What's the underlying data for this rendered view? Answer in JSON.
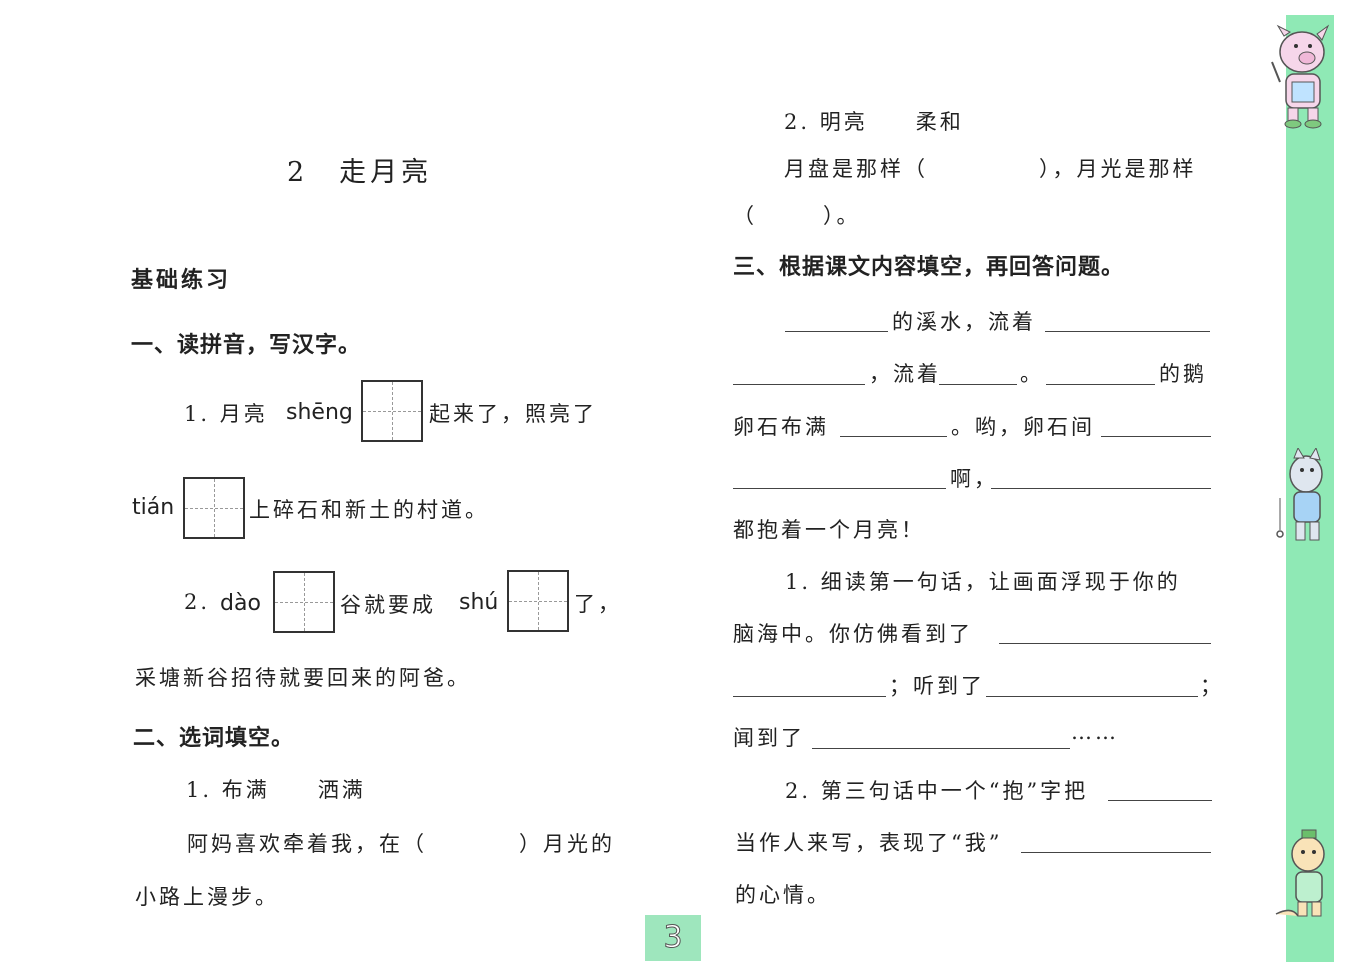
{
  "left": {
    "title": "2　走月亮",
    "section_basic": "基础练习",
    "q1_heading": "一、读拼音，写汉字。",
    "q1_1_prefix": "1. 月亮",
    "q1_1_pinyin1": "shēng",
    "q1_1_after1": "起来了，照亮了",
    "q1_1_pinyin2": "tián",
    "q1_1_after2": "上碎石和新土的村道。",
    "q1_2_prefix": "2.",
    "q1_2_pinyin1": "dào",
    "q1_2_mid": "谷就要成",
    "q1_2_pinyin2": "shú",
    "q1_2_after": "了，",
    "q1_2_line2": "采塘新谷招待就要回来的阿爸。",
    "q2_heading": "二、选词填空。",
    "q2_1_words": "1. 布满　　洒满",
    "q2_1_a": "阿妈喜欢牵着我，在（",
    "q2_1_b": "）月光的",
    "q2_1_line2": "小路上漫步。"
  },
  "right": {
    "q2_2_words": "2. 明亮　　柔和",
    "q2_2_a": "月盘是那样（",
    "q2_2_b": "），月光是那样",
    "q2_2_c_open": "（",
    "q2_2_c_close": "）。",
    "q3_heading": "三、根据课文内容填空，再回答问题。",
    "r1": "的溪水，流着",
    "r2a": "，流着",
    "r2b": "。",
    "r2c": "的鹅",
    "r3a": "卵石布满",
    "r3b": "。哟，卵石间",
    "r4": "啊，",
    "r5": "都抱着一个月亮！",
    "s1a": "1. 细读第一句话，让画面浮现于你的",
    "s1b": "脑海中。你仿佛看到了",
    "s1c": "；听到了",
    "s1d": "；",
    "s1e": "闻到了",
    "s1f": "……",
    "s2a": "2. 第三句话中一个“抱”字把",
    "s2b": "当作人来写，表现了“我”",
    "s2c": "的心情。"
  },
  "page_number": "3",
  "colors": {
    "sidebar": "#8fe9b5",
    "page_badge": "#9ee6bd"
  }
}
